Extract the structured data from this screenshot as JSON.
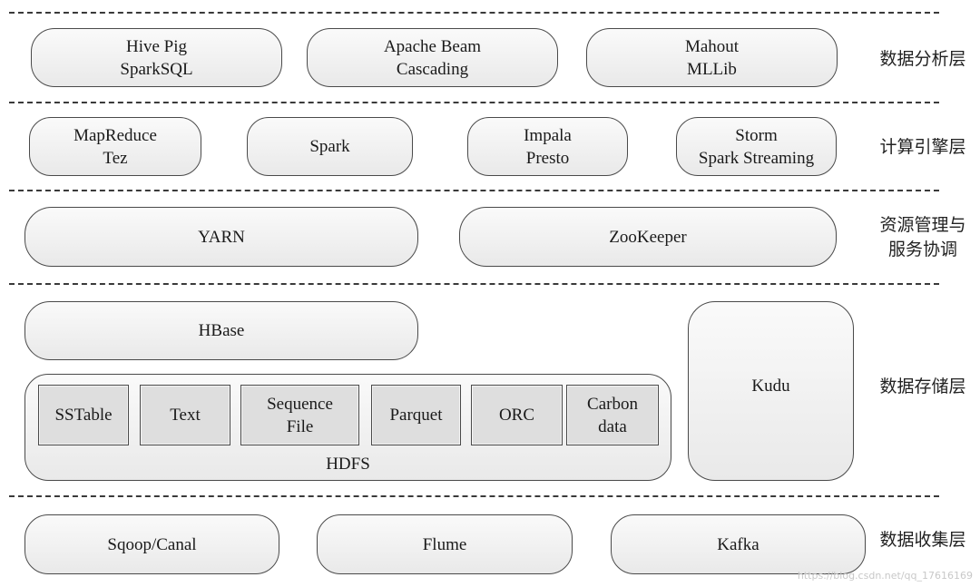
{
  "layers": {
    "analysis": {
      "label": "数据分析层",
      "boxes": [
        {
          "line1": "Hive Pig",
          "line2": "SparkSQL"
        },
        {
          "line1": "Apache Beam",
          "line2": "Cascading"
        },
        {
          "line1": "Mahout",
          "line2": "MLLib"
        }
      ]
    },
    "compute": {
      "label": "计算引擎层",
      "boxes": [
        {
          "line1": "MapReduce",
          "line2": "Tez"
        },
        {
          "line1": "Spark"
        },
        {
          "line1": "Impala",
          "line2": "Presto"
        },
        {
          "line1": "Storm",
          "line2": "Spark Streaming"
        }
      ]
    },
    "resource": {
      "label_line1": "资源管理与",
      "label_line2": "服务协调",
      "boxes": [
        {
          "line1": "YARN"
        },
        {
          "line1": "ZooKeeper"
        }
      ]
    },
    "storage": {
      "label": "数据存储层",
      "hbase": "HBase",
      "hdfs": "HDFS",
      "kudu": "Kudu",
      "formats": [
        {
          "line1": "SSTable"
        },
        {
          "line1": "Text"
        },
        {
          "line1": "Sequence",
          "line2": "File"
        },
        {
          "line1": "Parquet"
        },
        {
          "line1": "ORC"
        },
        {
          "line1": "Carbon",
          "line2": "data"
        }
      ]
    },
    "collection": {
      "label": "数据收集层",
      "boxes": [
        {
          "line1": "Sqoop/Canal"
        },
        {
          "line1": "Flume"
        },
        {
          "line1": "Kafka"
        }
      ]
    }
  },
  "watermark": "https://blog.csdn.net/qq_17616169"
}
